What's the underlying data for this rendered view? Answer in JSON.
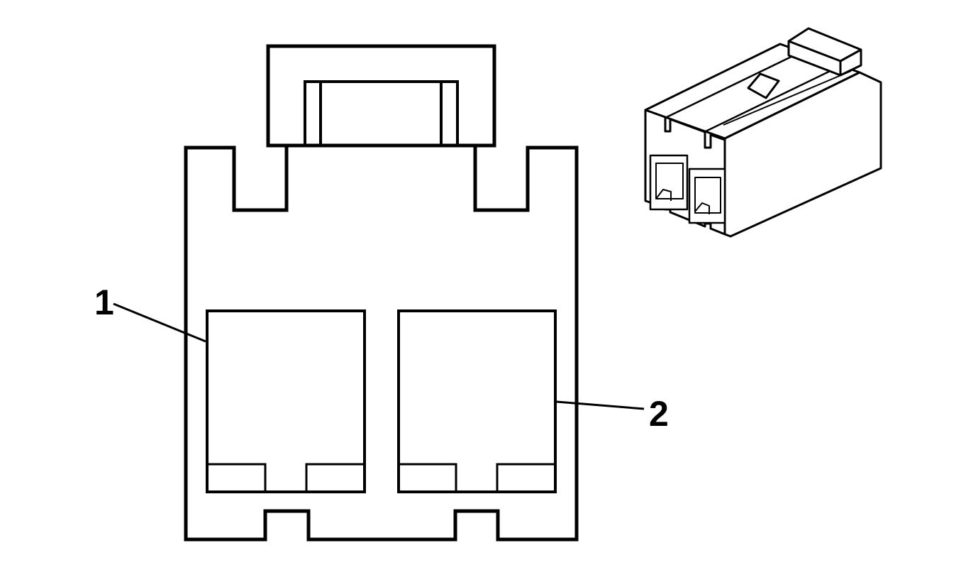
{
  "diagram": {
    "type": "connector-end-view",
    "callouts": [
      {
        "id": "1",
        "label": "1",
        "target": "cavity-1"
      },
      {
        "id": "2",
        "label": "2",
        "target": "cavity-2"
      }
    ],
    "colors": {
      "line": "#000000",
      "background": "#ffffff"
    }
  }
}
